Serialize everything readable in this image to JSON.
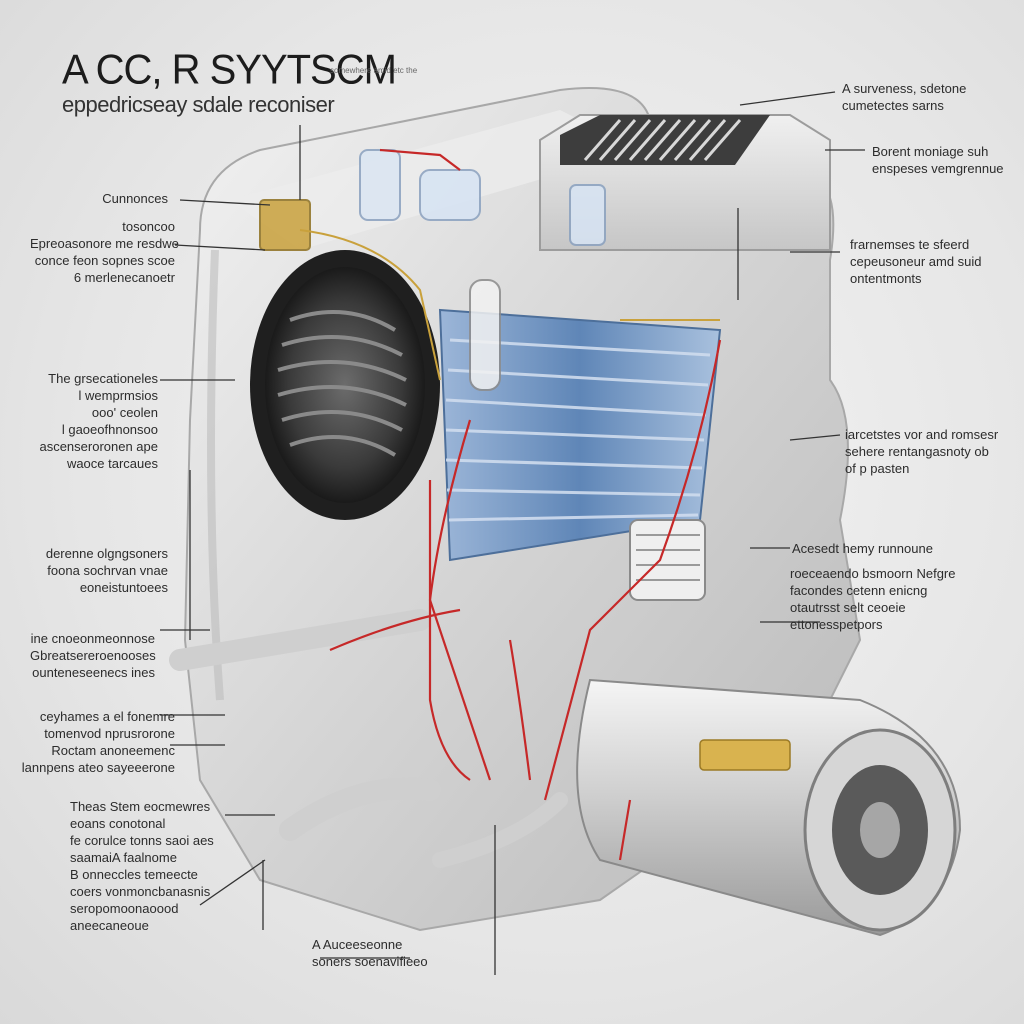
{
  "header": {
    "title": "A CC, R SYYTSCM",
    "title_note": "somewhere amid etc the",
    "subtitle": "eppedricseay sdale reconiser"
  },
  "labels": {
    "top_right_1": [
      "A surveness, sdetone",
      "cumetectes sarns"
    ],
    "top_right_2": [
      "Borent moniage suh",
      "enspeses vemgrennue"
    ],
    "right_3": [
      "frarnemses te sfeerd",
      "cepeusoneur amd suid",
      "ontentmonts"
    ],
    "right_4": [
      "iarcetstes vor and romsesr",
      "sehere rentangasnoty ob",
      "of p pasten"
    ],
    "right_5": [
      "Acesedt hemy runnoune"
    ],
    "right_6": [
      "roeceaendo bsmoorn Nefgre",
      "facondes cetenn enicng",
      "otautrsst selt ceoeie",
      "ettonesspetpors"
    ],
    "left_1": [
      "Cunnonces"
    ],
    "left_2": [
      "tosoncoo",
      "Epreoasonore me resdwe",
      "conce feon sopnes scoe",
      "6 merlenecanoetr"
    ],
    "left_3": [
      "The grsecationeles",
      "l wemprmsios",
      "ooo' ceolen",
      "l gaoeofhnonsoo",
      "ascenseroronen ape",
      "waoce tarcaues"
    ],
    "left_4": [
      "derenne olgngsoners",
      "foona sochrvan vnae",
      "eoneistuntoees"
    ],
    "left_5": [
      "ine cnoeonmeonnose",
      "Gbreatsereroenooses",
      "ounteneseenecs ines"
    ],
    "left_6": [
      "ceyhames a el fonemre",
      "tomenvod nprusrorone",
      "Roctam anoneemenc",
      "lannpens ateo sayeeerone"
    ],
    "left_7": [
      "Theas Stem eocmewres",
      "eoans conotonal",
      "fe corulce tonns saoi aes",
      "saamaiA faalnome",
      "B onneccles temeecte",
      "coers vonmoncbanasnis",
      "seropomoonaoood",
      "aneecaneoue"
    ],
    "bottom": [
      "A Auceeseonne",
      "soners soenavifieeo"
    ]
  },
  "colors": {
    "background": "#e6e6e6",
    "housing": "#d2d2d2",
    "evaporator_blue": "#6f93bf",
    "wire_red": "#c62828",
    "brass": "#c9a13c",
    "fan_dark": "#2b2b2b"
  },
  "icons": [
    "condenser-fan",
    "evaporator-core",
    "compressor",
    "receiver-drier",
    "expansion-valve"
  ]
}
